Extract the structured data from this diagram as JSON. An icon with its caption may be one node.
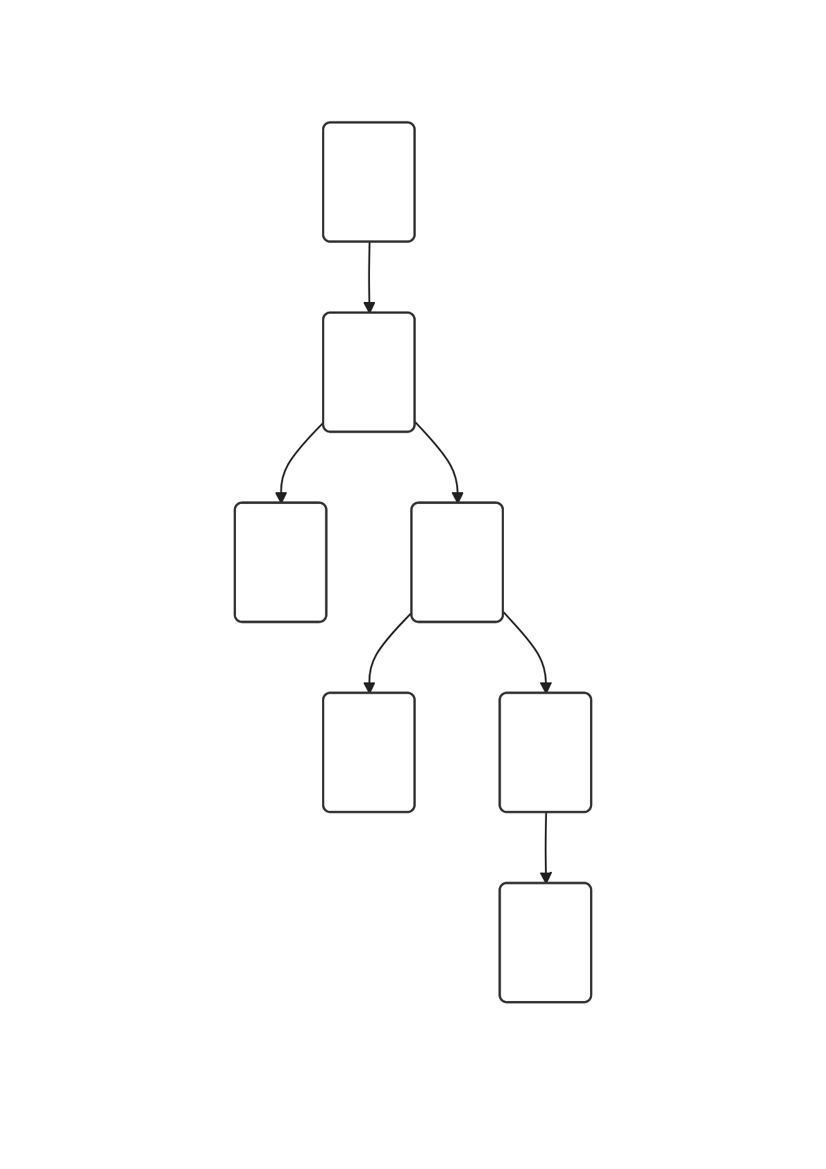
{
  "diagram": {
    "nodes": [
      {
        "text": [],
        "shape": "box"
      },
      {
        "text": [],
        "shape": "box"
      },
      {
        "text": [],
        "shape": "box"
      },
      {
        "text": [],
        "shape": "box"
      },
      {
        "text": [],
        "shape": "box"
      },
      {
        "text": [],
        "shape": "box"
      },
      {
        "text": [],
        "shape": "box"
      }
    ],
    "edges": [
      {
        "from": 0,
        "to": 1,
        "arrow": "to"
      },
      {
        "from": 1,
        "to": 2,
        "arrow": "to"
      },
      {
        "from": 1,
        "to": 3,
        "arrow": "to"
      },
      {
        "from": 3,
        "to": 4,
        "arrow": "to"
      },
      {
        "from": 3,
        "to": 5,
        "arrow": "to"
      },
      {
        "from": 5,
        "to": 6,
        "arrow": "to"
      }
    ]
  }
}
